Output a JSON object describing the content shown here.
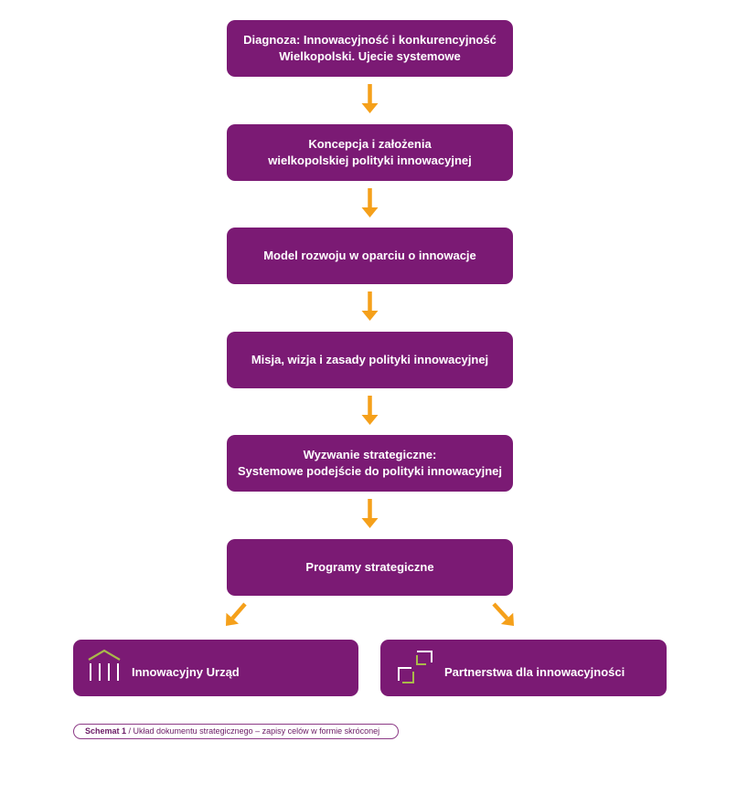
{
  "colors": {
    "box": "#7b1a74",
    "arrow": "#f5a01a",
    "icon_green": "#a9b94a",
    "caption_border": "#8c3a86"
  },
  "flow": [
    {
      "lines": [
        "Diagnoza: Innowacyjność i konkurencyjność",
        "Wielkopolski. Ujecie systemowe"
      ]
    },
    {
      "lines": [
        "Koncepcja i założenia",
        "wielkopolskiej polityki innowacyjnej"
      ]
    },
    {
      "lines": [
        "Model rozwoju w oparciu o innowacje"
      ]
    },
    {
      "lines": [
        "Misja, wizja i zasady polityki innowacyjnej"
      ]
    },
    {
      "lines": [
        "Wyzwanie strategiczne:",
        "Systemowe podejście do polityki innowacyjnej"
      ]
    },
    {
      "lines": [
        "Programy strategiczne"
      ]
    }
  ],
  "outputs": [
    {
      "label": "Innowacyjny Urząd",
      "icon": "building-icon"
    },
    {
      "label": "Partnerstwa dla innowacyjności",
      "icon": "partnership-icon"
    }
  ],
  "caption": {
    "label": "Schemat 1",
    "text": " / Układ dokumentu strategicznego – zapisy celów w formie skróconej"
  }
}
